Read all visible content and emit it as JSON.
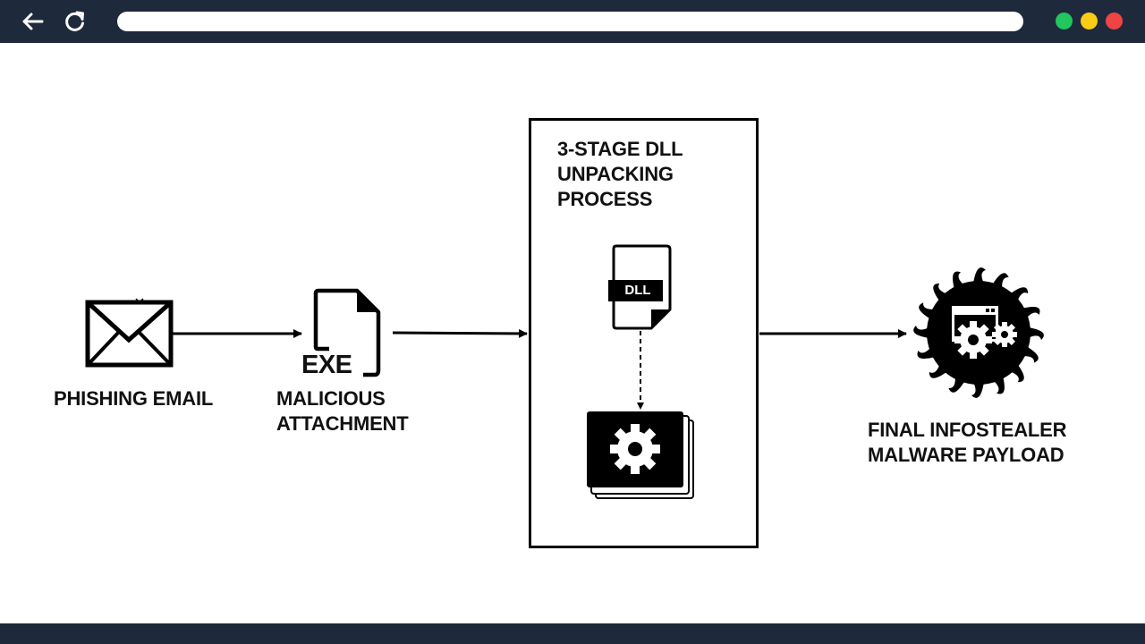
{
  "browser": {
    "window_dots": [
      {
        "name": "green",
        "color": "#22c55e"
      },
      {
        "name": "yellow",
        "color": "#facc15"
      },
      {
        "name": "red",
        "color": "#ef4444"
      }
    ],
    "icons": {
      "back": "arrow-left-icon",
      "reload": "reload-icon"
    }
  },
  "diagram": {
    "phishing_email": {
      "label": "PHISHING EMAIL",
      "icon": "envelope-icon"
    },
    "attachment": {
      "label": "MALICIOUS\nATTACHMENT",
      "icon_text": "EXE",
      "icon": "exe-file-icon"
    },
    "unpacking": {
      "title": "3-STAGE DLL\nUNPACKING\nPROCESS",
      "dll_label": "DLL",
      "icons": [
        "dll-file-icon",
        "gear-window-stack-icon"
      ]
    },
    "payload": {
      "label": "FINAL INFOSTEALER\nMALWARE PAYLOAD",
      "icon": "malware-gear-icon"
    }
  }
}
